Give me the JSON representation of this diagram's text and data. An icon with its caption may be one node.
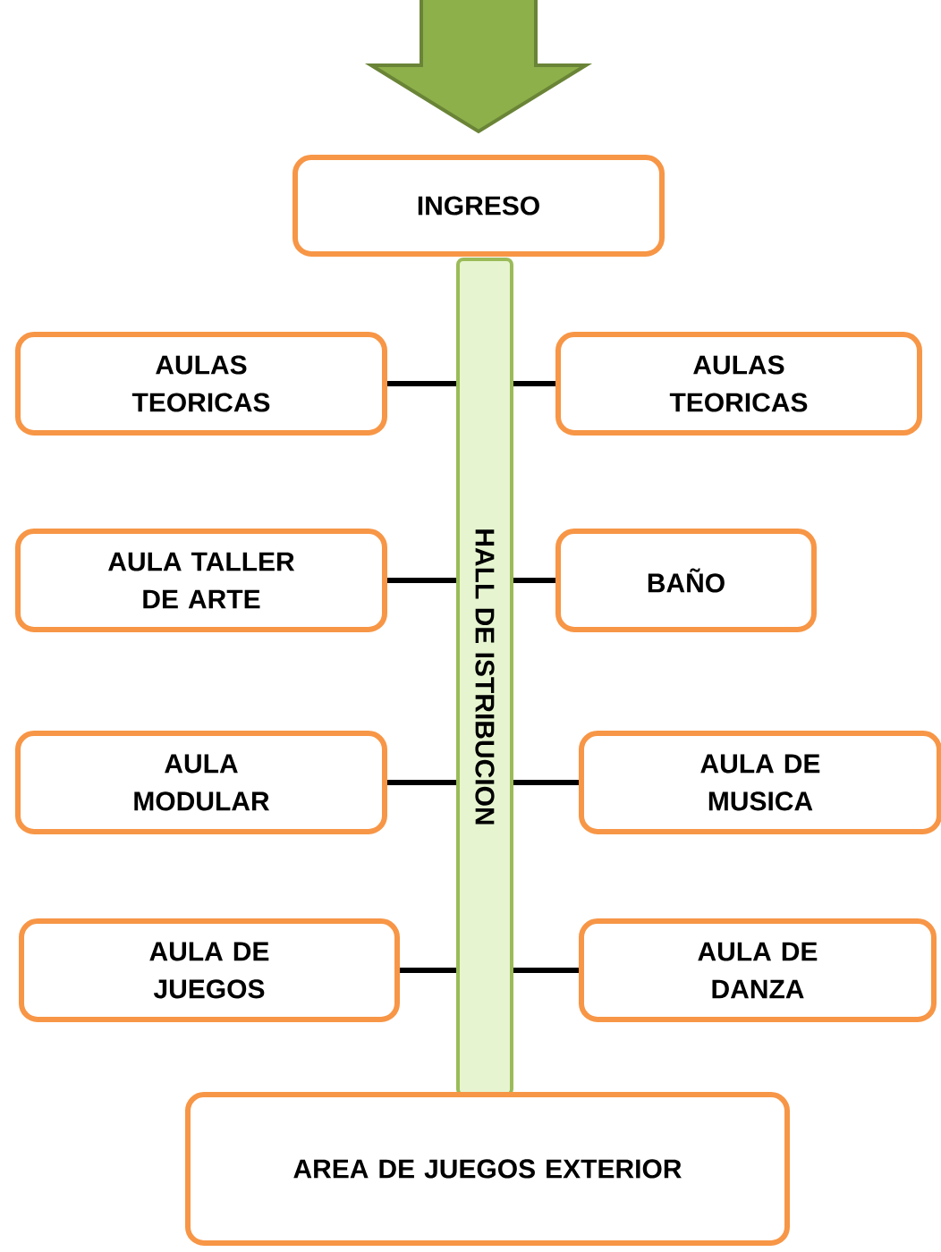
{
  "diagram": {
    "nodes": [
      {
        "text": [
          "INGRESO"
        ]
      },
      {
        "text": [
          "HALL DE ISTRIBUCION"
        ]
      },
      {
        "text": [
          "AULAS TEORICAS"
        ]
      },
      {
        "text": [
          "AULAS TEORICAS"
        ]
      },
      {
        "text": [
          "AULA TALLER DE ARTE"
        ]
      },
      {
        "text": [
          "BAÑO"
        ]
      },
      {
        "text": [
          "AULA MODULAR"
        ]
      },
      {
        "text": [
          "AULA DE MUSICA"
        ]
      },
      {
        "text": [
          "AULA DE JUEGOS"
        ]
      },
      {
        "text": [
          "AULA DE DANZA"
        ]
      },
      {
        "text": [
          "AREA DE JUEGOS EXTERIOR"
        ]
      }
    ],
    "edges": [
      {
        "from": null,
        "to": 0,
        "arrow": "to",
        "style": "thick",
        "color": "#8db04a"
      },
      {
        "from": 2,
        "to": 1,
        "arrow": "none"
      },
      {
        "from": 1,
        "to": 3,
        "arrow": "none"
      },
      {
        "from": 4,
        "to": 1,
        "arrow": "none"
      },
      {
        "from": 1,
        "to": 5,
        "arrow": "none"
      },
      {
        "from": 6,
        "to": 1,
        "arrow": "none"
      },
      {
        "from": 1,
        "to": 7,
        "arrow": "none"
      },
      {
        "from": 8,
        "to": 1,
        "arrow": "none"
      },
      {
        "from": 1,
        "to": 9,
        "arrow": "none"
      }
    ]
  }
}
